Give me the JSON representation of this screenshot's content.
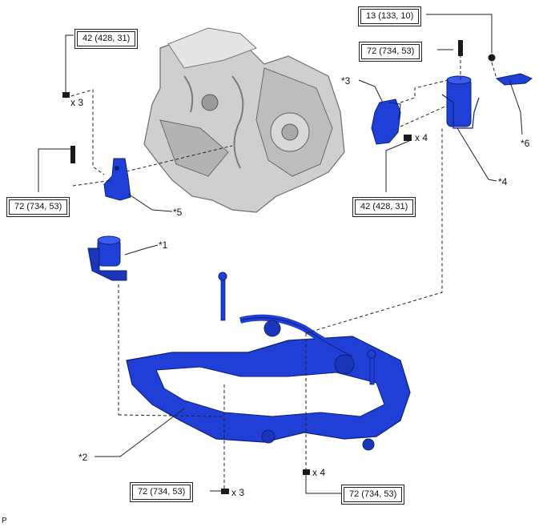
{
  "torque_specs": [
    {
      "id": "t1",
      "text": "42 (428, 31)"
    },
    {
      "id": "t2",
      "text": "72 (734, 53)"
    },
    {
      "id": "t3",
      "text": "13 (133, 10)"
    },
    {
      "id": "t4",
      "text": "72 (734, 53)"
    },
    {
      "id": "t5",
      "text": "42 (428, 31)"
    },
    {
      "id": "t6",
      "text": "72 (734, 53)"
    },
    {
      "id": "t7",
      "text": "72 (734, 53)"
    }
  ],
  "callouts": [
    "*1",
    "*2",
    "*3",
    "*4",
    "*5",
    "*6"
  ],
  "quantities": [
    "x 3",
    "x 4",
    "x 3",
    "x 4"
  ],
  "corner_label": "P",
  "colors": {
    "part_blue": "#1f3fd6",
    "engine_gray": "#c9c9c9",
    "line": "#222222"
  }
}
